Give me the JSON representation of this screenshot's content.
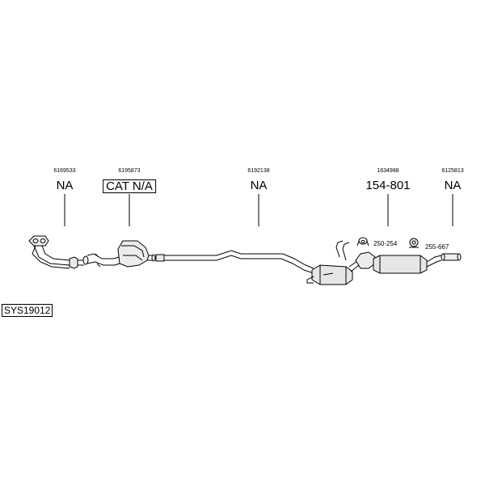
{
  "system_code": "SYS19012",
  "parts": [
    {
      "ref": "6169533",
      "label": "NA",
      "boxed": false
    },
    {
      "ref": "6195873",
      "label": "CAT N/A",
      "boxed": true
    },
    {
      "ref": "6192138",
      "label": "NA",
      "boxed": false
    },
    {
      "ref": "1634988",
      "label": "154-801",
      "boxed": false
    },
    {
      "ref": "6125813",
      "label": "NA",
      "boxed": false
    }
  ],
  "fittings": [
    {
      "label": "250-254",
      "icon": "clamp-icon"
    },
    {
      "label": "255-667",
      "icon": "rubber-mount-icon"
    }
  ]
}
